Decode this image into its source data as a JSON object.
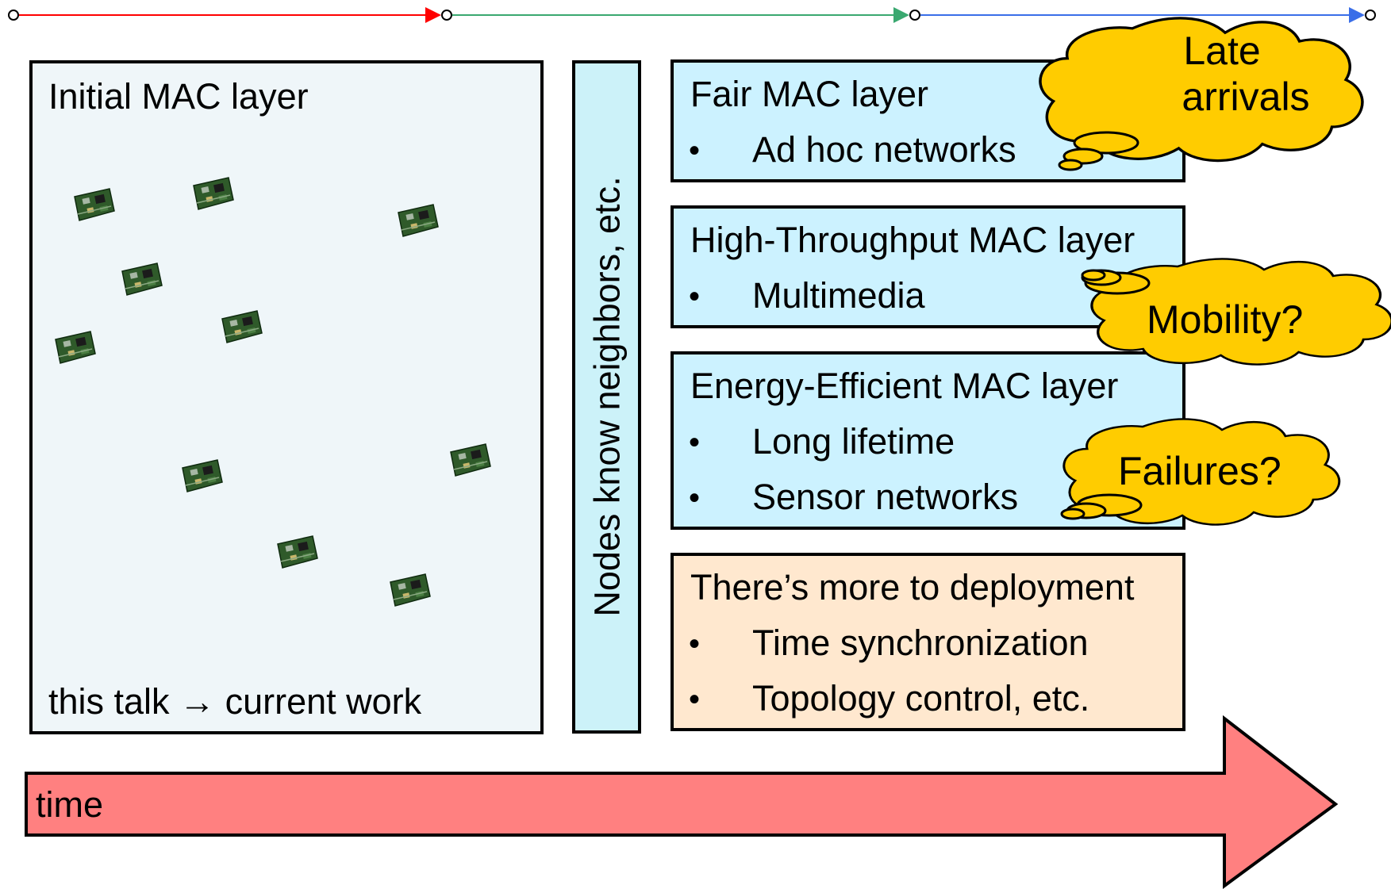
{
  "left_panel": {
    "title": "Initial MAC layer",
    "footer_pre": "this talk",
    "arrow_symbol": "→",
    "footer_post": "current work",
    "sensor_icon": "sensor-node-icon"
  },
  "middle_label": "Nodes know neighbors, etc.",
  "boxes": {
    "fair": {
      "title": "Fair MAC layer",
      "items": [
        "Ad hoc networks"
      ]
    },
    "high_throughput": {
      "title": "High-Throughput MAC layer",
      "items": [
        "Multimedia"
      ]
    },
    "energy": {
      "title": "Energy-Efficient MAC layer",
      "items": [
        "Long lifetime",
        "Sensor networks"
      ]
    },
    "more": {
      "title": "There’s more to deployment",
      "items": [
        "Time synchronization",
        "Topology control, etc."
      ]
    }
  },
  "bullet_char": "•",
  "clouds": {
    "late_line1": "Late",
    "late_line2": "arrivals",
    "mobility": "Mobility?",
    "failures": "Failures?"
  },
  "time_arrow": {
    "label": "time"
  },
  "colors": {
    "time_arrow_fill": "#ff8080",
    "cloud_fill": "#ffcc00",
    "timeline_red": "#ff0000",
    "timeline_green": "#3aa870",
    "timeline_blue": "#3a6ee8",
    "cyan_box": "#ccf2ff",
    "orange_box": "#ffe8cf"
  }
}
